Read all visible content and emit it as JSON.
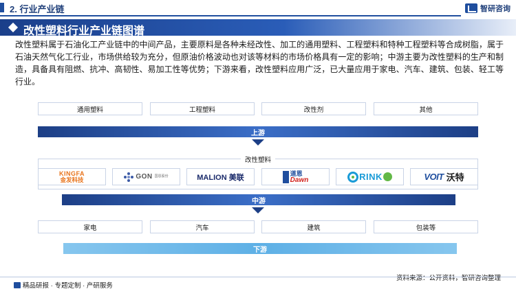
{
  "header": {
    "section_title": "2. 行业产业链",
    "brand_name": "智研咨询"
  },
  "banner": {
    "title": "改性塑料行业产业链图谱"
  },
  "intro": "改性塑料属于石油化工产业链中的中间产品，主要原料是各种未经改性、加工的通用塑料、工程塑料和特种工程塑料等合成树脂，属于石油天然气化工行业，市场供给较为充分，但原油价格波动也对该等材料的市场价格具有一定的影响；中游主要为改性塑料的生产和制造，具备具有阻燃、抗冲、高韧性、易加工性等优势；下游来看，改性塑料应用广泛，已大量应用于家电、汽车、建筑、包装、轻工等行业。",
  "upstream": {
    "label": "上游",
    "items": [
      "通用塑料",
      "工程塑料",
      "改性剂",
      "其他"
    ]
  },
  "midstream": {
    "label": "中游",
    "group_label": "改性塑料",
    "logos": [
      {
        "name": "kingfa-logo",
        "en": "KINGFA",
        "cn": "金发科技"
      },
      {
        "name": "gon-logo",
        "en": "GON",
        "sub": "国恩股份"
      },
      {
        "name": "malion-logo",
        "en": "MALION",
        "cn": "美联"
      },
      {
        "name": "dawn-logo",
        "cn": "道恩",
        "en": "Dawn"
      },
      {
        "name": "orinko-logo",
        "en": "RINK"
      },
      {
        "name": "voit-logo",
        "en": "VOIT",
        "cn": "沃特"
      }
    ]
  },
  "downstream": {
    "label": "下游",
    "items": [
      "家电",
      "汽车",
      "建筑",
      "包装等"
    ]
  },
  "footer": {
    "left": "精品研报 · 专题定制 · 产研服务",
    "source": "资料来源：公开资料，智研咨询整理"
  },
  "colors": {
    "primary": "#1f4e9e",
    "band_dark": "#1d3f86",
    "band_light": "#5eb0e6",
    "orange": "#e8731a",
    "green": "#62b846"
  }
}
